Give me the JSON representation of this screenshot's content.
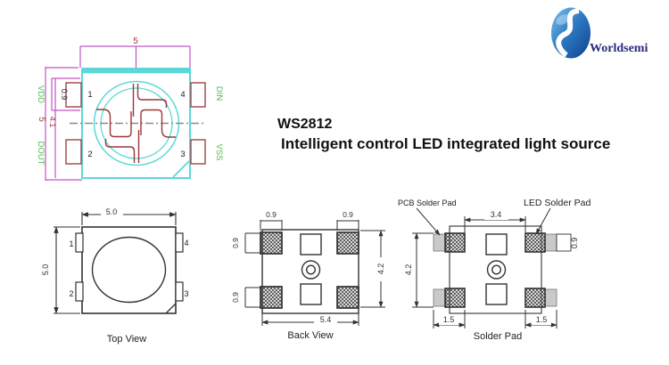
{
  "header": {
    "part_number": "WS2812",
    "subtitle": "Intelligent control LED integrated light source",
    "brand": "Worldsemi"
  },
  "schematic": {
    "dim_top_width": "5",
    "dim_left_height": "5",
    "dim_pad_span": "4.1",
    "dim_pad_width": "0.9",
    "pins": {
      "tl": "1",
      "bl": "2",
      "tr": "4",
      "br": "3"
    },
    "nets": {
      "vdd": "VDD",
      "dout": "DOUT",
      "din": "DIN",
      "vss": "VSS"
    },
    "colors": {
      "package_outline": "#5cd8d8",
      "dimension_line": "#c353c3",
      "bond_wire": "#9c3636",
      "net_label": "#4cbb4c",
      "dim_text": "#a03a3a",
      "centerline": "#8a8a8a"
    }
  },
  "top_view": {
    "caption": "Top View",
    "dim_width": "5.0",
    "dim_height": "5.0",
    "pins": {
      "tl": "1",
      "bl": "2",
      "tr": "4",
      "br": "3"
    }
  },
  "back_view": {
    "caption": "Back View",
    "dim_pad_top_left": "0.9",
    "dim_pad_top_right": "0.9",
    "dim_pad_side_top": "0.9",
    "dim_pad_side_bottom": "0.9",
    "dim_width": "5.4",
    "dim_height": "4.2"
  },
  "solder_pad": {
    "caption": "Solder Pad",
    "callout_pcb": "PCB Solder Pad",
    "callout_led": "LED Solder Pad",
    "dim_inner_width": "3.4",
    "dim_height": "4.2",
    "dim_pad_left": "1.5",
    "dim_pad_right": "1.5",
    "dim_pad_height": "0.9"
  },
  "drawing_colors": {
    "line": "#333333",
    "pcb_pad_fill": "#c9c9c9"
  }
}
